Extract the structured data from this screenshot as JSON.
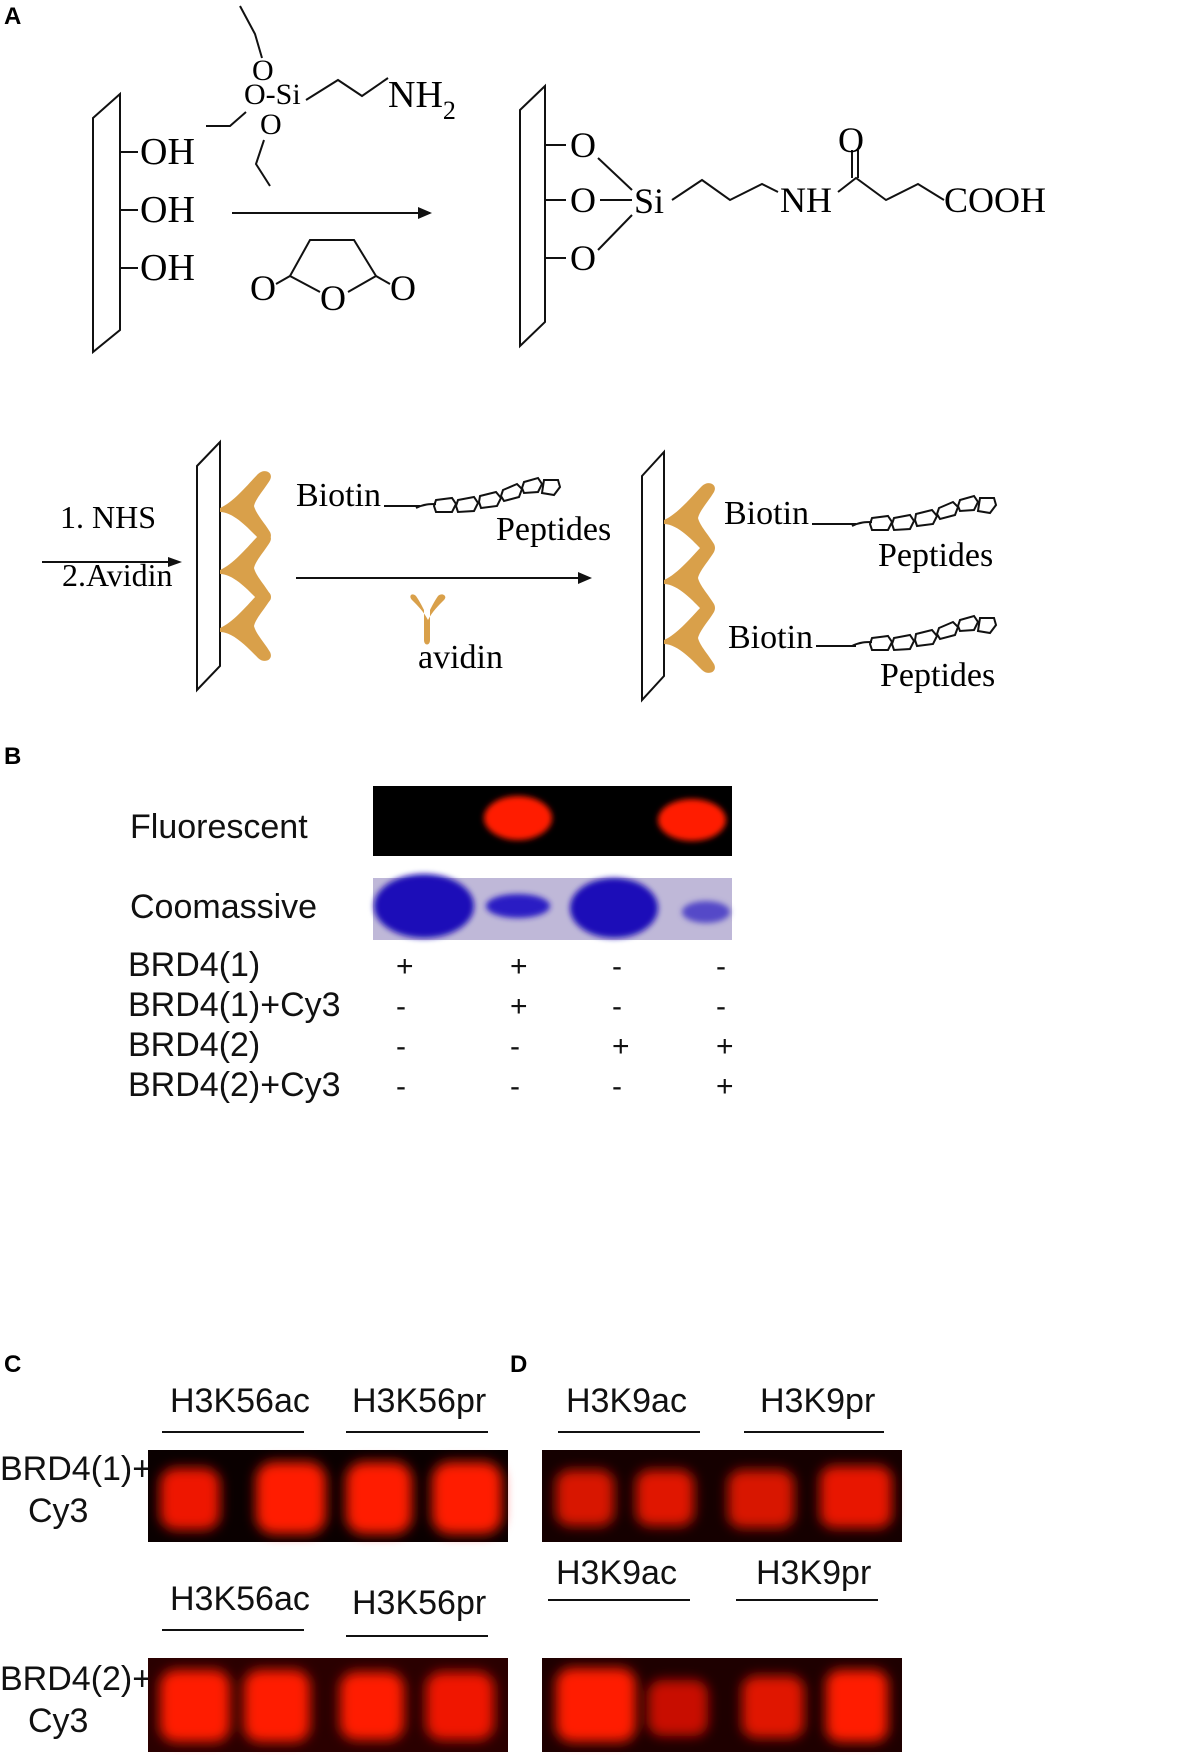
{
  "panels": {
    "a": {
      "letter": "A",
      "surface_groups": [
        "OH",
        "OH",
        "OH"
      ],
      "silane": {
        "o1": "O",
        "o2": "O-Si",
        "o3": "O",
        "amine": "NH",
        "amine_sub": "2"
      },
      "anhydride": {
        "o_left": "O",
        "o_ring": "O",
        "o_right": "O"
      },
      "product": {
        "o1": "O",
        "o2": "O",
        "o3": "O",
        "si": "Si",
        "nh": "NH",
        "carbonyl_o": "O",
        "acid": "COOH"
      },
      "steps": [
        "1. NHS",
        "2.Avidin"
      ],
      "biotin_label": "Biotin",
      "peptides_label": "Peptides",
      "avidin_label": "avidin"
    },
    "b": {
      "letter": "B",
      "gel_labels": [
        "Fluorescent",
        "Coomassive"
      ],
      "rows": [
        {
          "label": "BRD4(1)",
          "signs": [
            "+",
            "+",
            "-",
            "-"
          ]
        },
        {
          "label": "BRD4(1)+Cy3",
          "signs": [
            "-",
            "+",
            "-",
            "-"
          ]
        },
        {
          "label": "BRD4(2)",
          "signs": [
            "-",
            "-",
            "+",
            "+"
          ]
        },
        {
          "label": "BRD4(2)+Cy3",
          "signs": [
            "-",
            "-",
            "-",
            "+"
          ]
        }
      ]
    },
    "c": {
      "letter": "C",
      "headers": [
        "H3K56ac",
        "H3K56pr"
      ],
      "row_labels": [
        [
          "BRD4(1)+",
          "Cy3"
        ],
        [
          "BRD4(2)+",
          "Cy3"
        ]
      ]
    },
    "d": {
      "letter": "D",
      "headers": [
        "H3K9ac",
        "H3K9pr"
      ]
    }
  },
  "colors": {
    "fluorescent_red": "#ff1a00",
    "coomassie_blue": "#1a0fb8",
    "coomassie_bg": "#bfb8d8",
    "avidin_orange": "#d9a04a"
  }
}
